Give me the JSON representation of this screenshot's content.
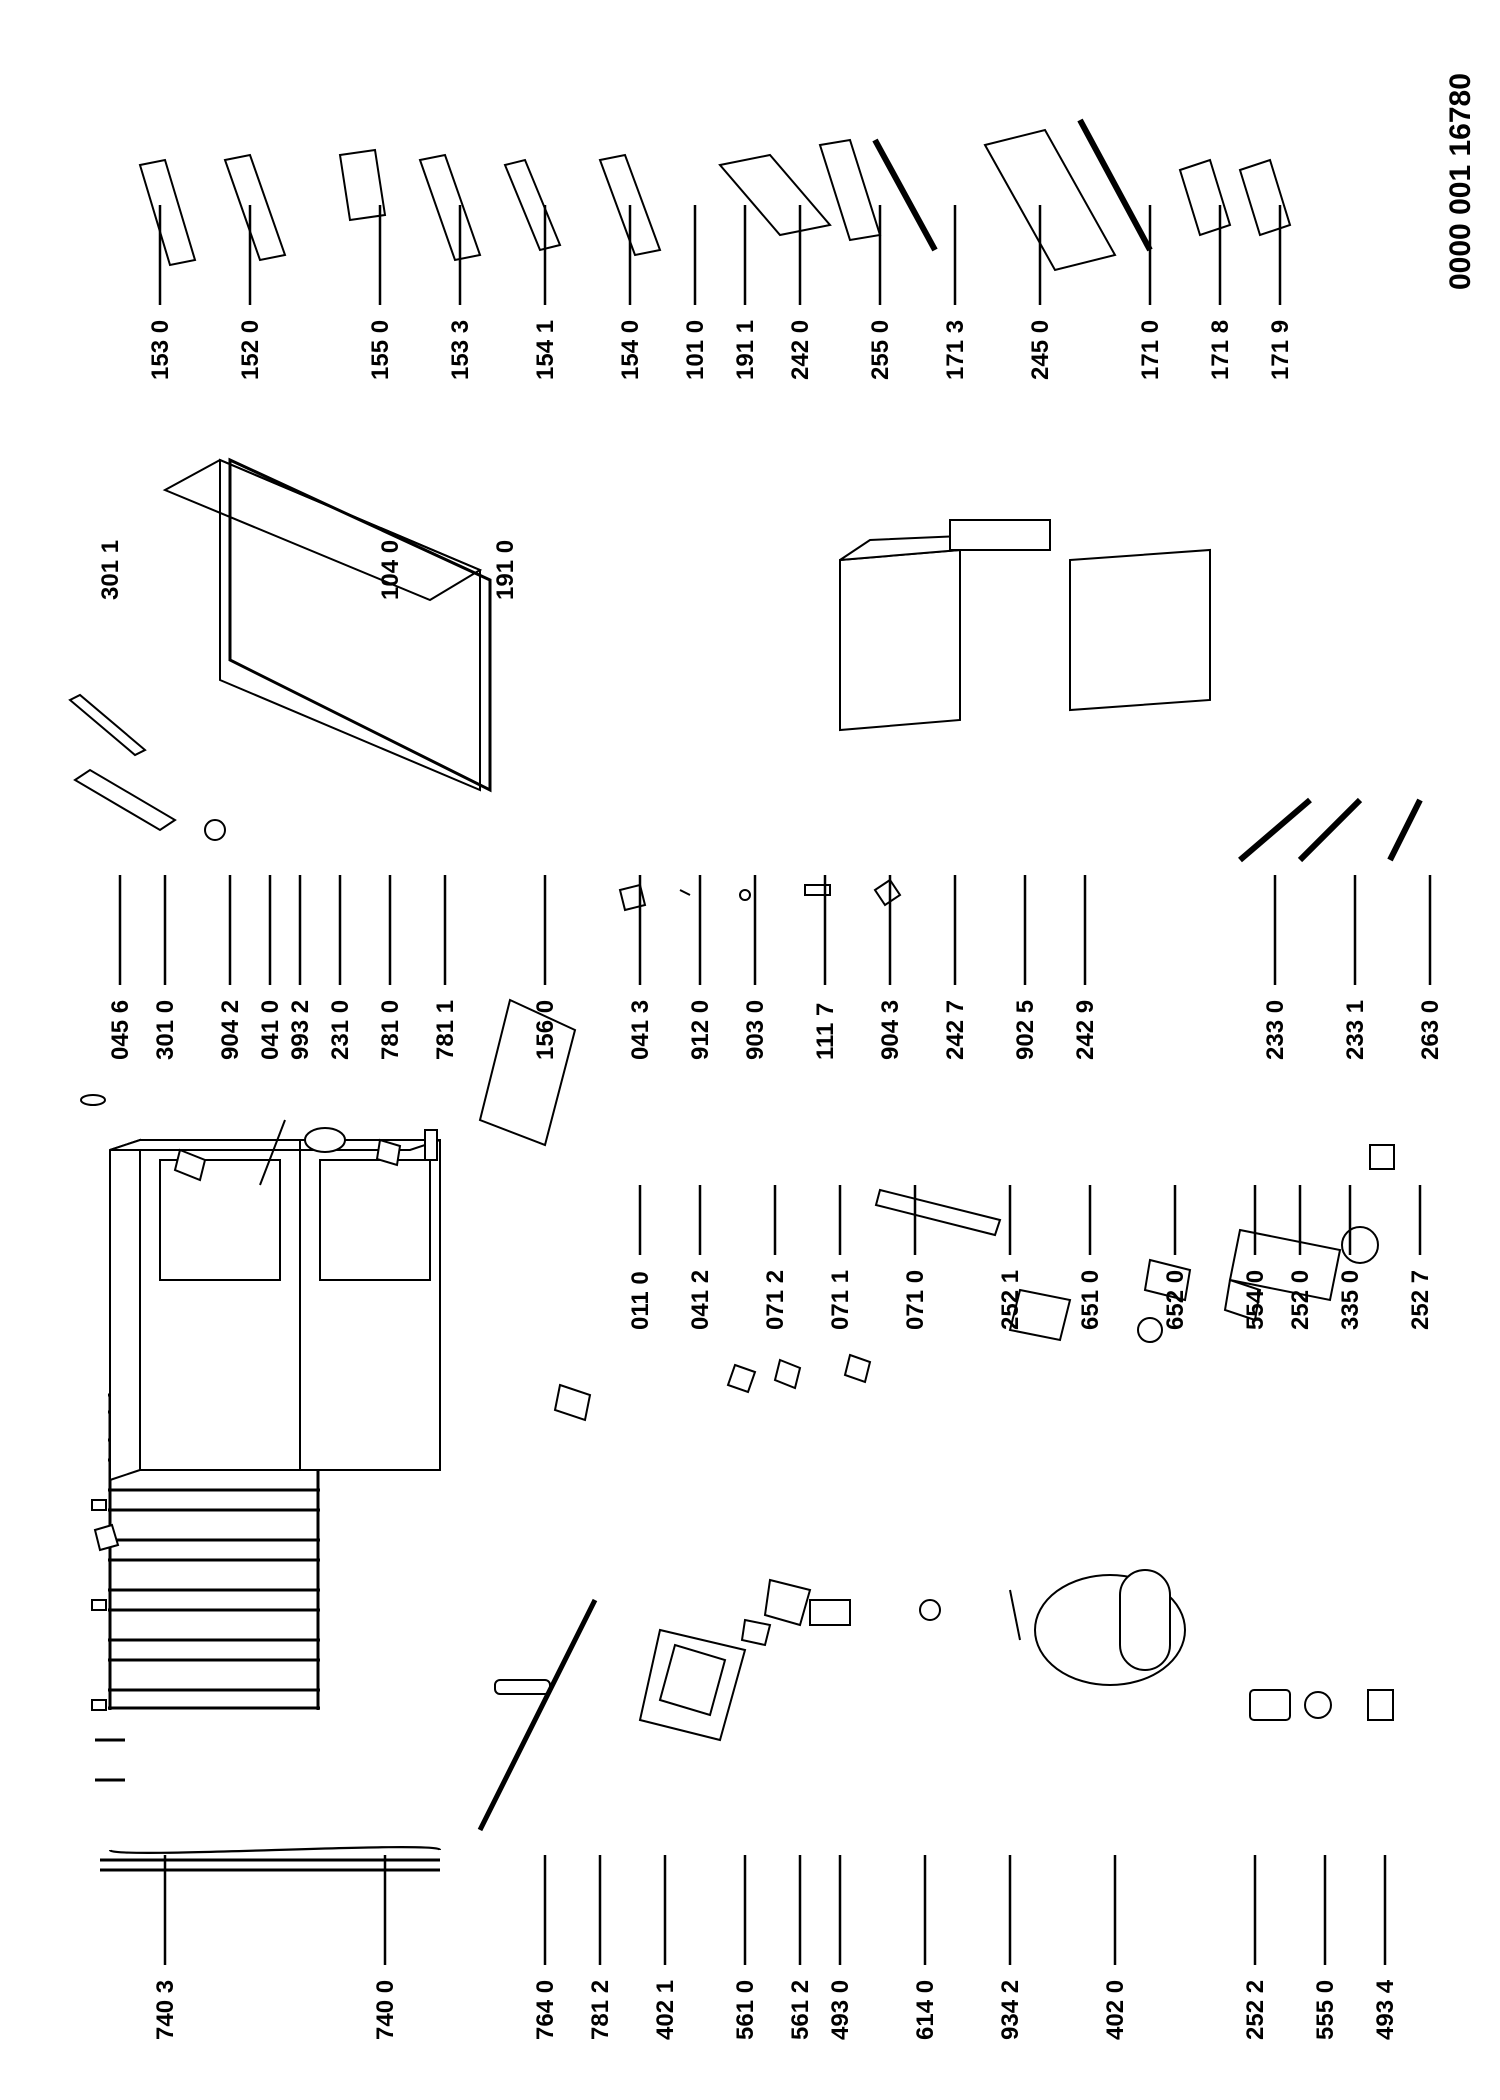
{
  "doc_code": "0000 001 16780",
  "parts": [
    {
      "code": "740 3",
      "row": 0,
      "pos": 0
    },
    {
      "code": "740 0",
      "row": 0,
      "pos": 1
    },
    {
      "code": "764 0",
      "row": 0,
      "pos": 2
    },
    {
      "code": "781 2",
      "row": 0,
      "pos": 3
    },
    {
      "code": "402 1",
      "row": 0,
      "pos": 4
    },
    {
      "code": "561 0",
      "row": 0,
      "pos": 5
    },
    {
      "code": "561 2",
      "row": 0,
      "pos": 6
    },
    {
      "code": "493 0",
      "row": 0,
      "pos": 7
    },
    {
      "code": "614 0",
      "row": 0,
      "pos": 8
    },
    {
      "code": "934 2",
      "row": 0,
      "pos": 9
    },
    {
      "code": "402 0",
      "row": 0,
      "pos": 10
    },
    {
      "code": "252 2",
      "row": 0,
      "pos": 11
    },
    {
      "code": "555 0",
      "row": 0,
      "pos": 12
    },
    {
      "code": "493 4",
      "row": 0,
      "pos": 13
    },
    {
      "code": "011 0",
      "row": 1,
      "pos": 0
    },
    {
      "code": "041 2",
      "row": 1,
      "pos": 1
    },
    {
      "code": "071 2",
      "row": 1,
      "pos": 2
    },
    {
      "code": "071 1",
      "row": 1,
      "pos": 3
    },
    {
      "code": "071 0",
      "row": 1,
      "pos": 4
    },
    {
      "code": "252 1",
      "row": 1,
      "pos": 5
    },
    {
      "code": "651 0",
      "row": 1,
      "pos": 6
    },
    {
      "code": "652 0",
      "row": 1,
      "pos": 7
    },
    {
      "code": "554 0",
      "row": 1,
      "pos": 8
    },
    {
      "code": "252 0",
      "row": 1,
      "pos": 9
    },
    {
      "code": "335 0",
      "row": 1,
      "pos": 10
    },
    {
      "code": "252 7",
      "row": 1,
      "pos": 11
    },
    {
      "code": "045 6",
      "row": 2,
      "pos": 0
    },
    {
      "code": "301 0",
      "row": 2,
      "pos": 1
    },
    {
      "code": "904 2",
      "row": 2,
      "pos": 2
    },
    {
      "code": "041 0",
      "row": 2,
      "pos": 3
    },
    {
      "code": "993 2",
      "row": 2,
      "pos": 4
    },
    {
      "code": "231 0",
      "row": 2,
      "pos": 5
    },
    {
      "code": "781 0",
      "row": 2,
      "pos": 6
    },
    {
      "code": "781 1",
      "row": 2,
      "pos": 7
    },
    {
      "code": "156 0",
      "row": 2,
      "pos": 8
    },
    {
      "code": "041 3",
      "row": 2,
      "pos": 9
    },
    {
      "code": "912 0",
      "row": 2,
      "pos": 10
    },
    {
      "code": "903 0",
      "row": 2,
      "pos": 11
    },
    {
      "code": "111 7",
      "row": 2,
      "pos": 12
    },
    {
      "code": "904 3",
      "row": 2,
      "pos": 13
    },
    {
      "code": "242 7",
      "row": 2,
      "pos": 14
    },
    {
      "code": "902 5",
      "row": 2,
      "pos": 15
    },
    {
      "code": "242 9",
      "row": 2,
      "pos": 16
    },
    {
      "code": "233 0",
      "row": 2,
      "pos": 17
    },
    {
      "code": "233 1",
      "row": 2,
      "pos": 18
    },
    {
      "code": "263 0",
      "row": 2,
      "pos": 19
    },
    {
      "code": "301 1",
      "row": 3,
      "pos": 0
    },
    {
      "code": "104 0",
      "row": 3,
      "pos": 1
    },
    {
      "code": "191 0",
      "row": 3,
      "pos": 2
    },
    {
      "code": "153 0",
      "row": 4,
      "pos": 0
    },
    {
      "code": "152 0",
      "row": 4,
      "pos": 1
    },
    {
      "code": "155 0",
      "row": 4,
      "pos": 2
    },
    {
      "code": "153 3",
      "row": 4,
      "pos": 3
    },
    {
      "code": "154 1",
      "row": 4,
      "pos": 4
    },
    {
      "code": "154 0",
      "row": 4,
      "pos": 5
    },
    {
      "code": "101 0",
      "row": 4,
      "pos": 6
    },
    {
      "code": "191 1",
      "row": 4,
      "pos": 7
    },
    {
      "code": "242 0",
      "row": 4,
      "pos": 8
    },
    {
      "code": "255 0",
      "row": 4,
      "pos": 9
    },
    {
      "code": "171 3",
      "row": 4,
      "pos": 10
    },
    {
      "code": "245 0",
      "row": 4,
      "pos": 11
    },
    {
      "code": "171 0",
      "row": 4,
      "pos": 12
    },
    {
      "code": "171 8",
      "row": 4,
      "pos": 13
    },
    {
      "code": "171 9",
      "row": 4,
      "pos": 14
    }
  ]
}
